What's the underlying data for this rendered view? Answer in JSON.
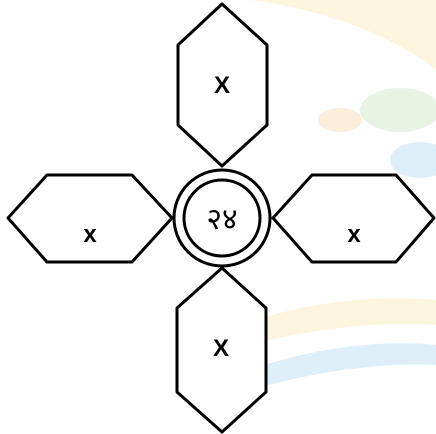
{
  "diagram": {
    "center": {
      "label": "२४"
    },
    "petals": {
      "top": {
        "label": "X"
      },
      "left": {
        "label": "x"
      },
      "right": {
        "label": "x"
      },
      "bottom": {
        "label": "X"
      }
    }
  },
  "colors": {
    "stroke": "#000000",
    "fill": "#ffffff",
    "watermark_yellow": "#f7c948",
    "watermark_blue": "#4aa8e0",
    "watermark_green": "#7cc36b",
    "watermark_orange": "#f59b3a"
  }
}
